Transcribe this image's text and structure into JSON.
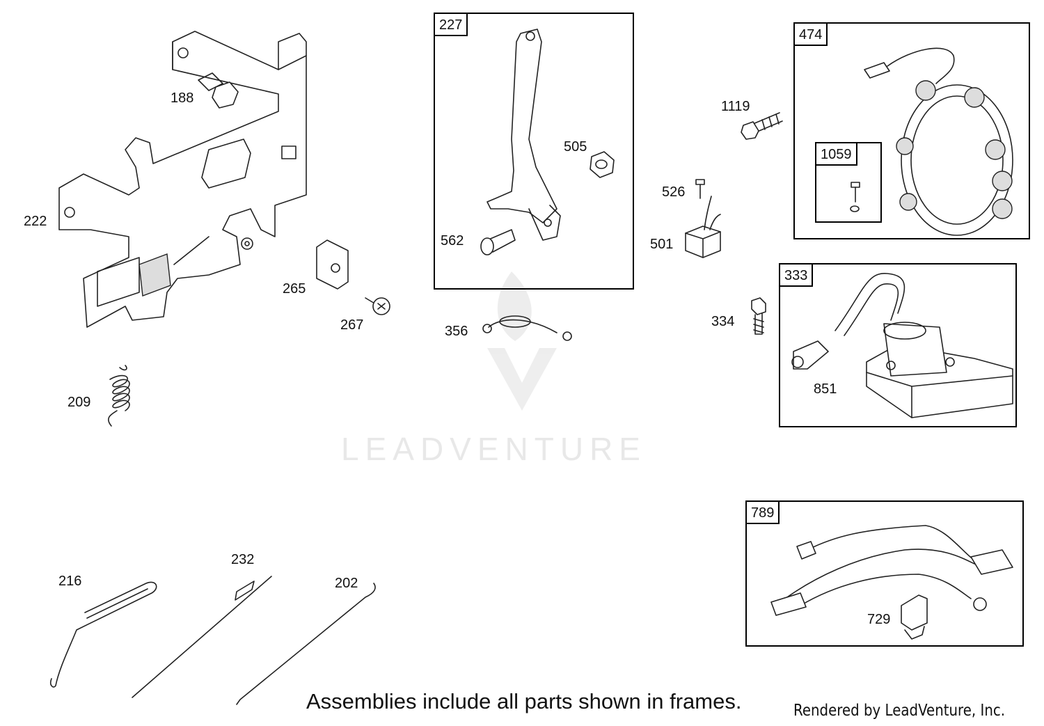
{
  "parts": {
    "p188": "188",
    "p222": "222",
    "p209": "209",
    "p265": "265",
    "p267": "267",
    "p227": "227",
    "p505": "505",
    "p562": "562",
    "p356": "356",
    "p1119": "1119",
    "p526": "526",
    "p501": "501",
    "p334": "334",
    "p474": "474",
    "p1059": "1059",
    "p333": "333",
    "p851": "851",
    "p789": "789",
    "p729": "729",
    "p216": "216",
    "p232": "232",
    "p202": "202"
  },
  "watermark": "LEADVENTURE",
  "footer_note": "Assemblies include all parts shown in frames.",
  "credit": "Rendered by LeadVenture, Inc.",
  "colors": {
    "line": "#222222",
    "watermark": "#e8e8e8",
    "background": "#ffffff"
  }
}
